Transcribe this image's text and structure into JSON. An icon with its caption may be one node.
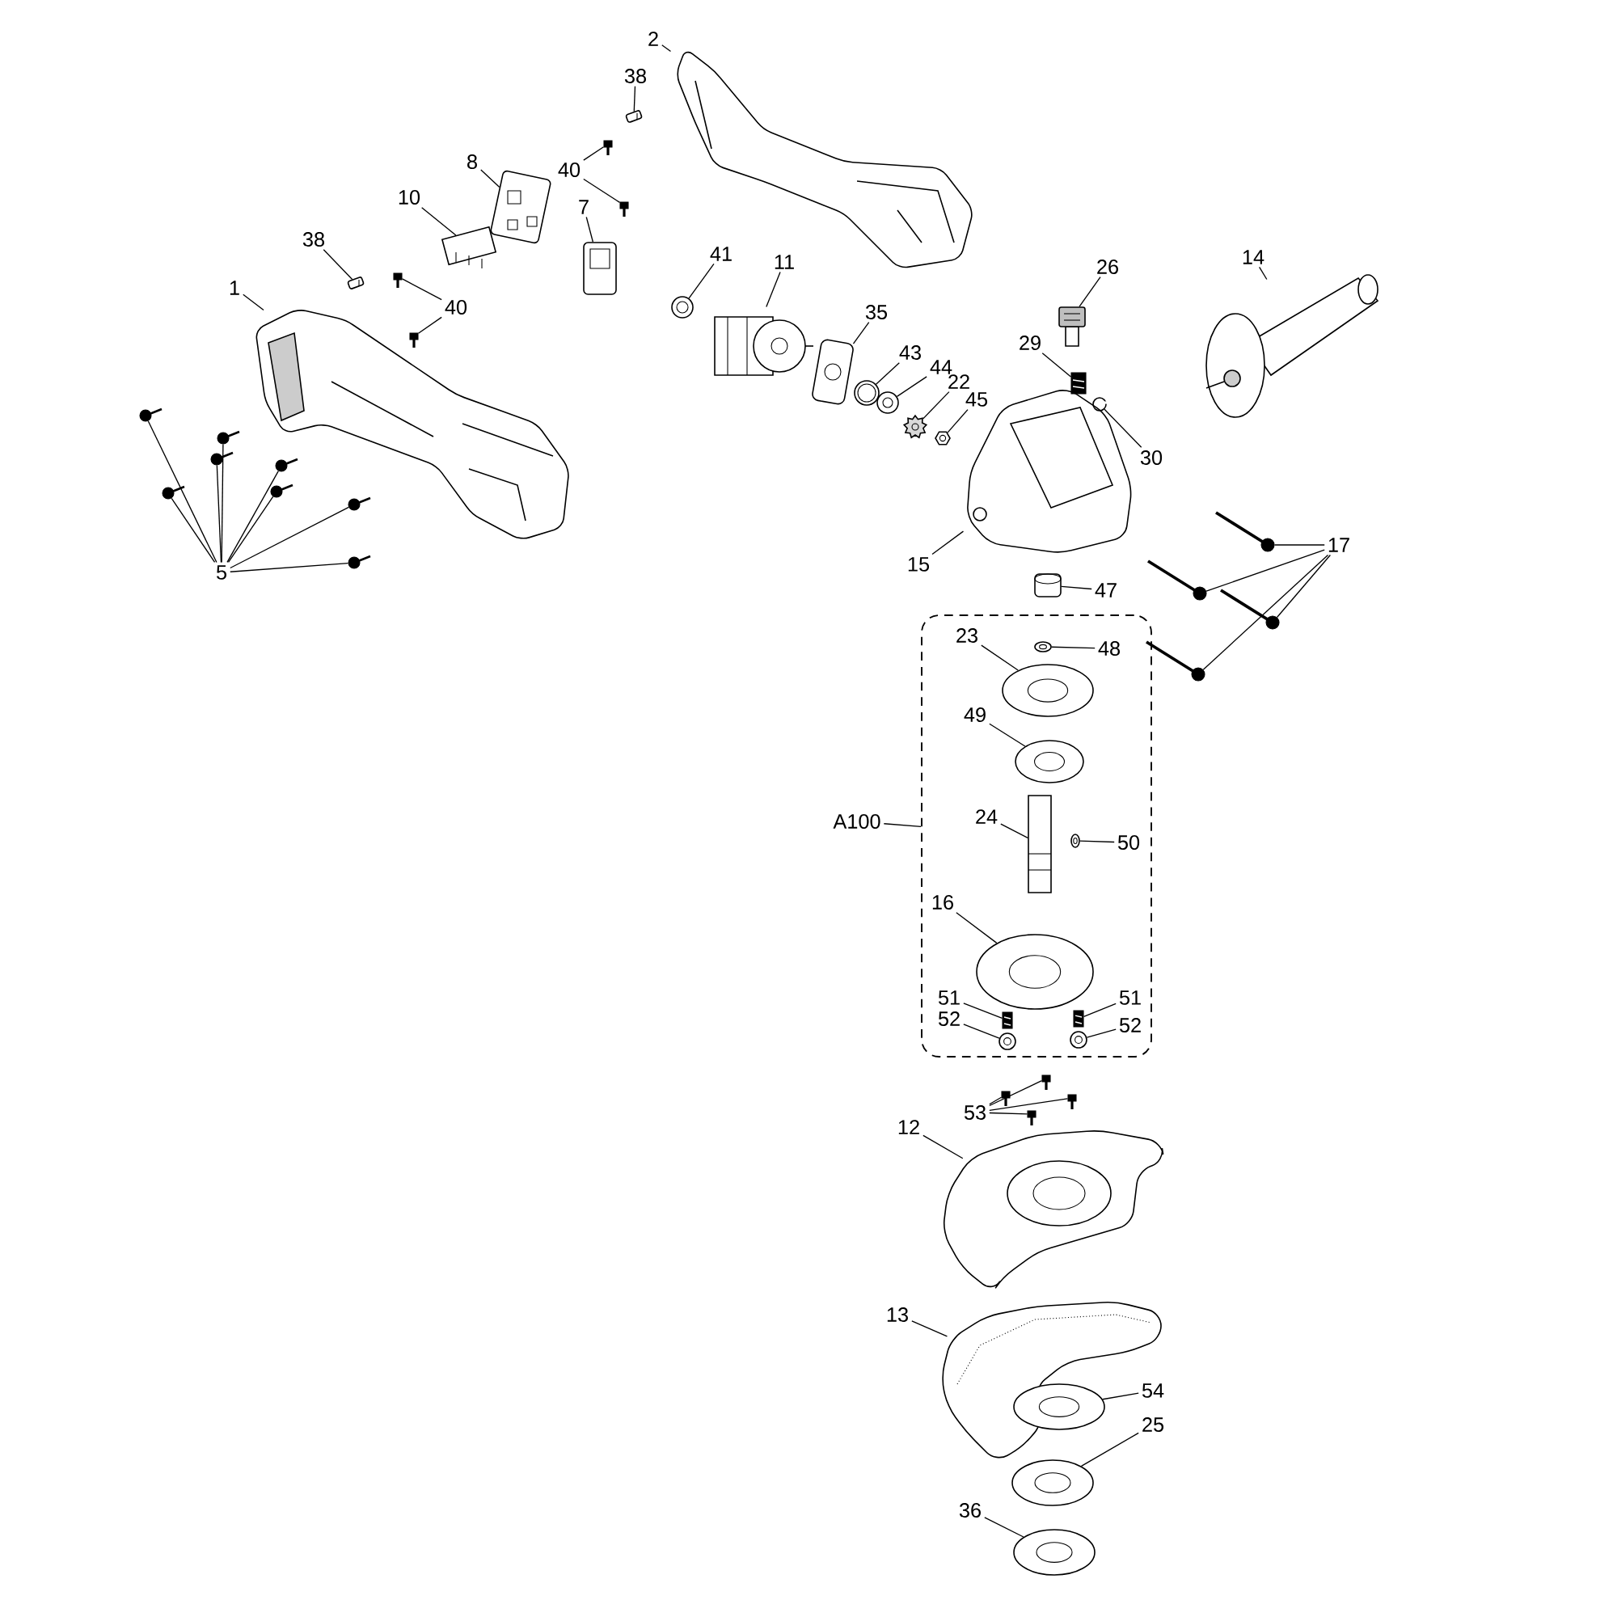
{
  "diagram": {
    "nodes": [
      {
        "text": [
          "2"
        ]
      },
      {
        "text": [],
        "shape": "picture"
      },
      {
        "text": [
          "38"
        ]
      },
      {
        "text": [],
        "shape": "picture"
      },
      {
        "text": [
          "40"
        ]
      },
      {
        "text": [],
        "shape": "picture"
      },
      {
        "text": [],
        "shape": "picture"
      },
      {
        "text": [
          "8"
        ]
      },
      {
        "text": [],
        "shape": "picture"
      },
      {
        "text": [
          "10"
        ]
      },
      {
        "text": [],
        "shape": "picture"
      },
      {
        "text": [
          "7"
        ]
      },
      {
        "text": [],
        "shape": "picture"
      },
      {
        "text": [
          "38"
        ]
      },
      {
        "text": [],
        "shape": "picture"
      },
      {
        "text": [
          "40"
        ]
      },
      {
        "text": [],
        "shape": "picture"
      },
      {
        "text": [],
        "shape": "picture"
      },
      {
        "text": [
          "1"
        ]
      },
      {
        "text": [],
        "shape": "picture"
      },
      {
        "text": [
          "41"
        ]
      },
      {
        "text": [],
        "shape": "picture"
      },
      {
        "text": [
          "11"
        ]
      },
      {
        "text": [],
        "shape": "picture"
      },
      {
        "text": [
          "35"
        ]
      },
      {
        "text": [],
        "shape": "picture"
      },
      {
        "text": [
          "43"
        ]
      },
      {
        "text": [],
        "shape": "picture"
      },
      {
        "text": [
          "44"
        ]
      },
      {
        "text": [],
        "shape": "picture"
      },
      {
        "text": [
          "22"
        ]
      },
      {
        "text": [],
        "shape": "picture"
      },
      {
        "text": [
          "45"
        ]
      },
      {
        "text": [],
        "shape": "picture"
      },
      {
        "text": [
          "26"
        ]
      },
      {
        "text": [],
        "shape": "picture"
      },
      {
        "text": [
          "29"
        ]
      },
      {
        "text": [],
        "shape": "picture"
      },
      {
        "text": [
          "14"
        ]
      },
      {
        "text": [],
        "shape": "picture"
      },
      {
        "text": [
          "30"
        ]
      },
      {
        "text": [],
        "shape": "picture"
      },
      {
        "text": [
          "15"
        ]
      },
      {
        "text": [],
        "shape": "picture"
      },
      {
        "text": [
          "5"
        ]
      },
      {
        "text": [],
        "shape": "picture"
      },
      {
        "text": [],
        "shape": "picture"
      },
      {
        "text": [],
        "shape": "picture"
      },
      {
        "text": [],
        "shape": "picture"
      },
      {
        "text": [],
        "shape": "picture"
      },
      {
        "text": [],
        "shape": "picture"
      },
      {
        "text": [],
        "shape": "picture"
      },
      {
        "text": [],
        "shape": "picture"
      },
      {
        "text": [
          "17"
        ]
      },
      {
        "text": [],
        "shape": "picture"
      },
      {
        "text": [],
        "shape": "picture"
      },
      {
        "text": [],
        "shape": "picture"
      },
      {
        "text": [],
        "shape": "picture"
      },
      {
        "text": [
          "47"
        ]
      },
      {
        "text": [],
        "shape": "picture"
      },
      {
        "text": [
          "A100"
        ]
      },
      {
        "text": [],
        "shape": "box"
      },
      {
        "text": [
          "23"
        ],
        "in": 61
      },
      {
        "text": [],
        "shape": "picture",
        "in": 61
      },
      {
        "text": [
          "48"
        ],
        "in": 61
      },
      {
        "text": [],
        "shape": "picture",
        "in": 61
      },
      {
        "text": [
          "49"
        ],
        "in": 61
      },
      {
        "text": [],
        "shape": "picture",
        "in": 61
      },
      {
        "text": [
          "24"
        ],
        "in": 61
      },
      {
        "text": [],
        "shape": "picture",
        "in": 61
      },
      {
        "text": [
          "50"
        ],
        "in": 61
      },
      {
        "text": [],
        "shape": "picture",
        "in": 61
      },
      {
        "text": [
          "16"
        ],
        "in": 61
      },
      {
        "text": [],
        "shape": "picture",
        "in": 61
      },
      {
        "text": [
          "51"
        ],
        "in": 61
      },
      {
        "text": [
          "52"
        ],
        "in": 61
      },
      {
        "text": [],
        "shape": "picture",
        "in": 61
      },
      {
        "text": [],
        "shape": "picture",
        "in": 61
      },
      {
        "text": [
          "51"
        ],
        "in": 61
      },
      {
        "text": [
          "52"
        ],
        "in": 61
      },
      {
        "text": [],
        "shape": "picture",
        "in": 61
      },
      {
        "text": [],
        "shape": "picture",
        "in": 61
      },
      {
        "text": [
          "53"
        ]
      },
      {
        "text": [],
        "shape": "picture"
      },
      {
        "text": [],
        "shape": "picture"
      },
      {
        "text": [],
        "shape": "picture"
      },
      {
        "text": [],
        "shape": "picture"
      },
      {
        "text": [
          "12"
        ]
      },
      {
        "text": [],
        "shape": "picture"
      },
      {
        "text": [
          "13"
        ]
      },
      {
        "text": [],
        "shape": "picture"
      },
      {
        "text": [
          "54"
        ]
      },
      {
        "text": [],
        "shape": "picture",
        "in": 90
      },
      {
        "text": [
          "25"
        ]
      },
      {
        "text": [],
        "shape": "picture"
      },
      {
        "text": [
          "36"
        ]
      },
      {
        "text": [],
        "shape": "picture"
      }
    ],
    "edges": [
      {
        "from": 0,
        "to": 1,
        "arrow": "none"
      },
      {
        "from": 2,
        "to": 3,
        "arrow": "none"
      },
      {
        "from": 4,
        "to": 5,
        "arrow": "none"
      },
      {
        "from": 4,
        "to": 6,
        "arrow": "none"
      },
      {
        "from": 7,
        "to": 8,
        "arrow": "none"
      },
      {
        "from": 9,
        "to": 10,
        "arrow": "none"
      },
      {
        "from": 11,
        "to": 12,
        "arrow": "none"
      },
      {
        "from": 13,
        "to": 14,
        "arrow": "none"
      },
      {
        "from": 15,
        "to": 16,
        "arrow": "none"
      },
      {
        "from": 15,
        "to": 17,
        "arrow": "none"
      },
      {
        "from": 18,
        "to": 19,
        "arrow": "none"
      },
      {
        "from": 20,
        "to": 21,
        "arrow": "none"
      },
      {
        "from": 22,
        "to": 23,
        "arrow": "none"
      },
      {
        "from": 24,
        "to": 25,
        "arrow": "none"
      },
      {
        "from": 26,
        "to": 27,
        "arrow": "none"
      },
      {
        "from": 28,
        "to": 29,
        "arrow": "none"
      },
      {
        "from": 30,
        "to": 31,
        "arrow": "none"
      },
      {
        "from": 32,
        "to": 33,
        "arrow": "none"
      },
      {
        "from": 34,
        "to": 35,
        "arrow": "none"
      },
      {
        "from": 36,
        "to": 37,
        "arrow": "none"
      },
      {
        "from": 38,
        "to": 39,
        "arrow": "none"
      },
      {
        "from": 40,
        "to": 41,
        "arrow": "none"
      },
      {
        "from": 42,
        "to": 43,
        "arrow": "none"
      },
      {
        "from": 44,
        "to": 45,
        "arrow": "none"
      },
      {
        "from": 44,
        "to": 46,
        "arrow": "none"
      },
      {
        "from": 44,
        "to": 47,
        "arrow": "none"
      },
      {
        "from": 44,
        "to": 48,
        "arrow": "none"
      },
      {
        "from": 44,
        "to": 49,
        "arrow": "none"
      },
      {
        "from": 44,
        "to": 50,
        "arrow": "none"
      },
      {
        "from": 44,
        "to": 51,
        "arrow": "none"
      },
      {
        "from": 44,
        "to": 52,
        "arrow": "none"
      },
      {
        "from": 53,
        "to": 54,
        "arrow": "none"
      },
      {
        "from": 53,
        "to": 55,
        "arrow": "none"
      },
      {
        "from": 53,
        "to": 56,
        "arrow": "none"
      },
      {
        "from": 53,
        "to": 57,
        "arrow": "none"
      },
      {
        "from": 58,
        "to": 59,
        "arrow": "none"
      },
      {
        "from": 60,
        "to": 61,
        "arrow": "none"
      },
      {
        "from": 62,
        "to": 63,
        "arrow": "none"
      },
      {
        "from": 64,
        "to": 65,
        "arrow": "none"
      },
      {
        "from": 66,
        "to": 67,
        "arrow": "none"
      },
      {
        "from": 68,
        "to": 69,
        "arrow": "none"
      },
      {
        "from": 70,
        "to": 71,
        "arrow": "none"
      },
      {
        "from": 72,
        "to": 73,
        "arrow": "none"
      },
      {
        "from": 74,
        "to": 76,
        "arrow": "none"
      },
      {
        "from": 75,
        "to": 77,
        "arrow": "none"
      },
      {
        "from": 78,
        "to": 80,
        "arrow": "none"
      },
      {
        "from": 79,
        "to": 81,
        "arrow": "none"
      },
      {
        "from": 82,
        "to": 83,
        "arrow": "none"
      },
      {
        "from": 82,
        "to": 84,
        "arrow": "none"
      },
      {
        "from": 82,
        "to": 85,
        "arrow": "none"
      },
      {
        "from": 82,
        "to": 86,
        "arrow": "none"
      },
      {
        "from": 87,
        "to": 88,
        "arrow": "none"
      },
      {
        "from": 89,
        "to": 90,
        "arrow": "none"
      },
      {
        "from": 91,
        "to": 92,
        "arrow": "none"
      },
      {
        "from": 93,
        "to": 94,
        "arrow": "none"
      },
      {
        "from": 95,
        "to": 96,
        "arrow": "none"
      }
    ]
  }
}
